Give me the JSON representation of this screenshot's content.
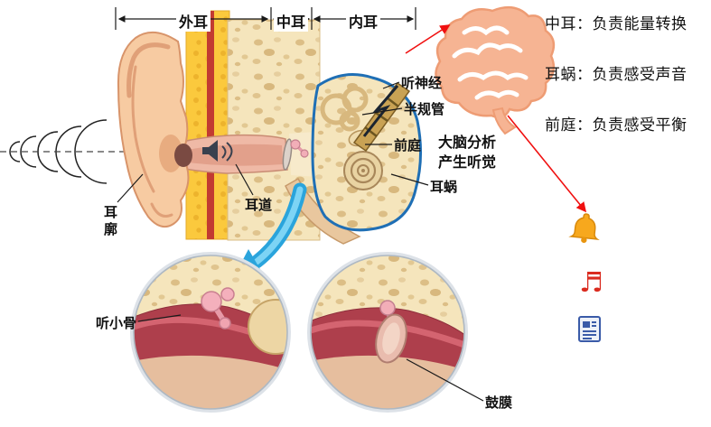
{
  "region_labels": {
    "outer": "外耳",
    "middle": "中耳",
    "inner": "内耳"
  },
  "part_labels": {
    "auditory_nerve": "听神经",
    "semicircular_canals": "半规管",
    "vestibule": "前庭",
    "cochlea": "耳蜗",
    "auricle": "耳廓",
    "ear_canal": "耳道",
    "ossicles": "听小骨",
    "eardrum": "鼓膜"
  },
  "brain_caption": {
    "line1": "大脑分析",
    "line2": "产生听觉"
  },
  "function_notes": [
    {
      "text": "中耳：负责能量转换"
    },
    {
      "text": "耳蜗：负责感受声音"
    },
    {
      "text": "前庭：负责感受平衡"
    }
  ],
  "icons": {
    "bell": "bell-icon",
    "music_note_glyph": "♬",
    "newspaper": "newspaper-icon",
    "speaker": "speaker-icon",
    "sound_waves": "sound-waves-icon"
  },
  "colors": {
    "fat_yellow": "#FBC93D",
    "bone_cream": "#F5E5BC",
    "inner_ear_outline": "#1F6FB5",
    "canal_pink": "#EFB9A6",
    "muscle_red": "#AE3F4C",
    "brain_peach": "#F6B493",
    "arrow_red": "#F01010",
    "zoom_arrow_blue": "#2AA4DC",
    "bell_orange": "#F7A81D",
    "music_note_red": "#DA2B1F",
    "newspaper_blue": "#3A5BA8"
  }
}
